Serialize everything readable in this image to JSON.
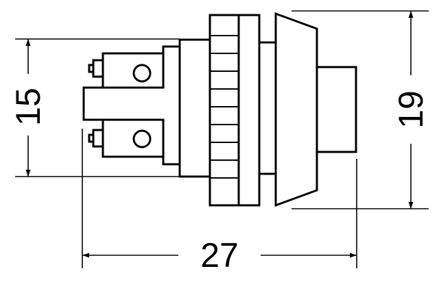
{
  "drawing": {
    "dimensions": {
      "height_left": "15",
      "height_right": "19",
      "length_bottom": "27"
    },
    "colors": {
      "line": "#000000",
      "background": "#ffffff"
    }
  }
}
